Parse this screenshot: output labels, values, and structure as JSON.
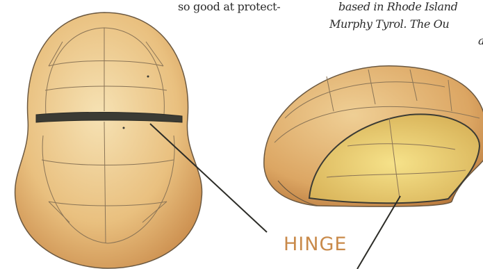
{
  "text": {
    "left_line": "so good at protect-",
    "italic_line_1": "based in Rhode Island",
    "italic_line_2": "Murphy Tyrol. The Ou",
    "italic_line_3": "a"
  },
  "illustration": {
    "label": "HINGE",
    "colors": {
      "shell_fill": "#e9c07f",
      "shell_light": "#f6e2b4",
      "shell_dark": "#c98a4a",
      "outline": "#5a4a36",
      "hinge": "#3b3b34",
      "plastron": "#f1d77a",
      "label": "#c98a4a"
    }
  }
}
